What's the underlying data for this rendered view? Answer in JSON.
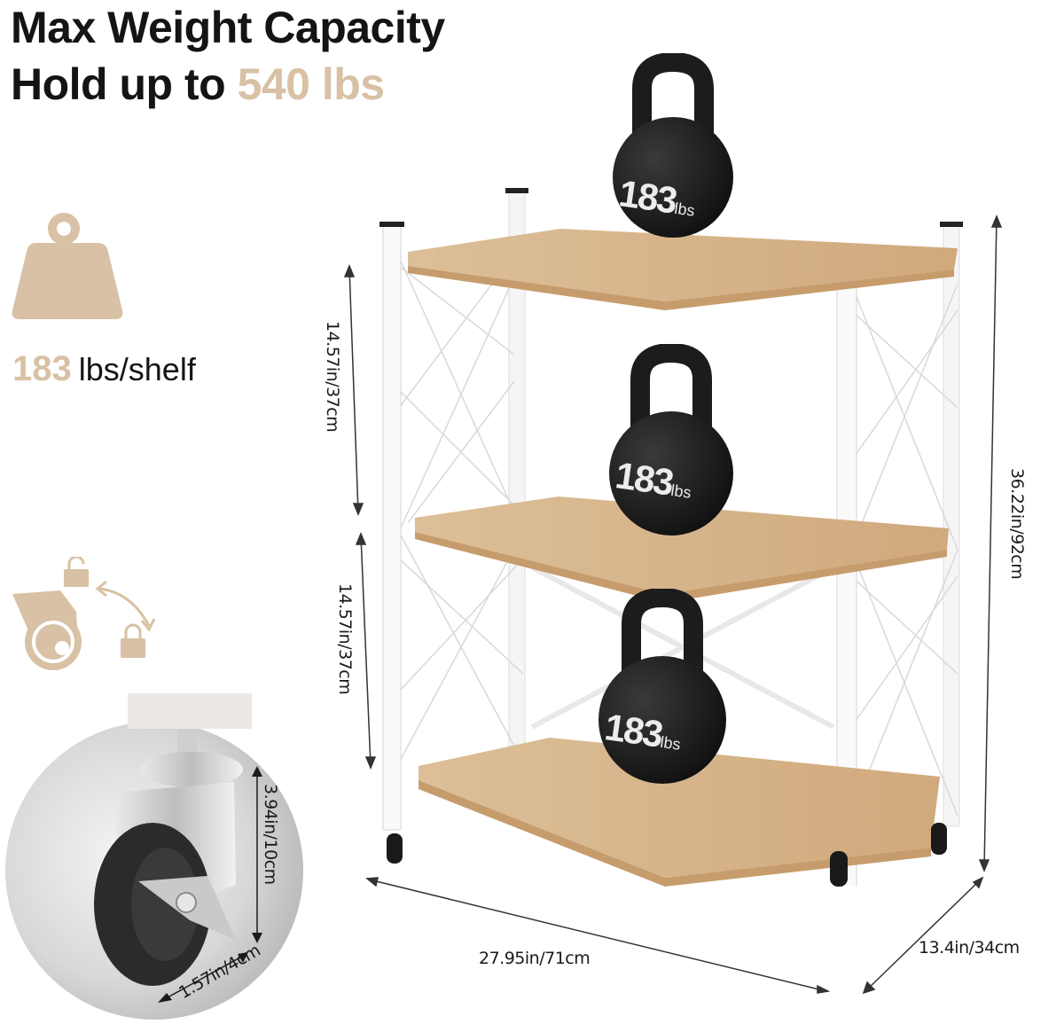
{
  "headline": {
    "line1": "Max Weight Capacity",
    "line2_prefix": "Hold up to",
    "line2_value": "540 lbs"
  },
  "per_shelf": {
    "value": "183",
    "unit": "lbs/shelf",
    "icon": "weight-icon"
  },
  "lock_caster_icon": {
    "icon": "caster-lock-icon",
    "lock_icons": [
      "lock-open-icon",
      "lock-closed-icon"
    ]
  },
  "caster_closeup": {
    "height_label": "3.94in/10cm",
    "width_label": "1.57in/4cm"
  },
  "kettlebells": [
    {
      "value": "183",
      "unit": "lbs"
    },
    {
      "value": "183",
      "unit": "lbs"
    },
    {
      "value": "183",
      "unit": "lbs"
    }
  ],
  "dimensions": {
    "shelf_gap_top": "14.57in/37cm",
    "shelf_gap_bottom": "14.57in/37cm",
    "total_height": "36.22in/92cm",
    "width": "27.95in/71cm",
    "depth": "13.4in/34cm"
  },
  "colors": {
    "accent_tan": "#d8c1a4",
    "shelf_wood": "#d6b48c",
    "frame_white": "#f7f7f7",
    "kettlebell": "#1c1c1c",
    "text_dark": "#141414"
  }
}
